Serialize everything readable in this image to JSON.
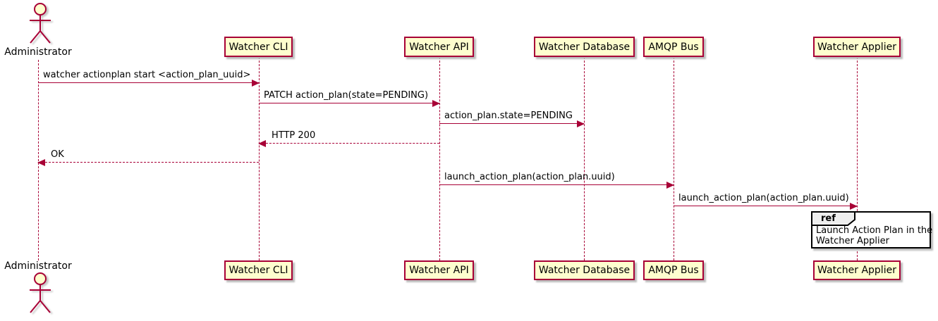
{
  "diagram": {
    "type": "sequence",
    "actor": {
      "name": "Administrator"
    },
    "participants": [
      {
        "label": "Watcher CLI"
      },
      {
        "label": "Watcher API"
      },
      {
        "label": "Watcher Database"
      },
      {
        "label": "AMQP Bus"
      },
      {
        "label": "Watcher Applier"
      }
    ],
    "messages": [
      {
        "text": "watcher actionplan start <action_plan_uuid>",
        "from": "Administrator",
        "to": "Watcher CLI",
        "line": "solid"
      },
      {
        "text": "PATCH action_plan(state=PENDING)",
        "from": "Watcher CLI",
        "to": "Watcher API",
        "line": "solid"
      },
      {
        "text": "action_plan.state=PENDING",
        "from": "Watcher API",
        "to": "Watcher Database",
        "line": "solid"
      },
      {
        "text": "HTTP 200",
        "from": "Watcher API",
        "to": "Watcher CLI",
        "line": "dashed"
      },
      {
        "text": "OK",
        "from": "Watcher CLI",
        "to": "Administrator",
        "line": "dashed"
      },
      {
        "text": "launch_action_plan(action_plan.uuid)",
        "from": "Watcher API",
        "to": "AMQP Bus",
        "line": "solid"
      },
      {
        "text": "launch_action_plan(action_plan.uuid)",
        "from": "AMQP Bus",
        "to": "Watcher Applier",
        "line": "solid"
      }
    ],
    "ref": {
      "keyword": "ref",
      "over": "Watcher Applier",
      "lines": [
        "Launch Action Plan in the",
        "Watcher Applier"
      ]
    },
    "colors": {
      "participant_fill": "#FEFECE",
      "participant_border": "#A80036",
      "line": "#A80036",
      "text": "#000000",
      "ref_border": "#000000",
      "ref_tab_fill": "#EEEEEE",
      "background": "#FFFFFF"
    }
  }
}
